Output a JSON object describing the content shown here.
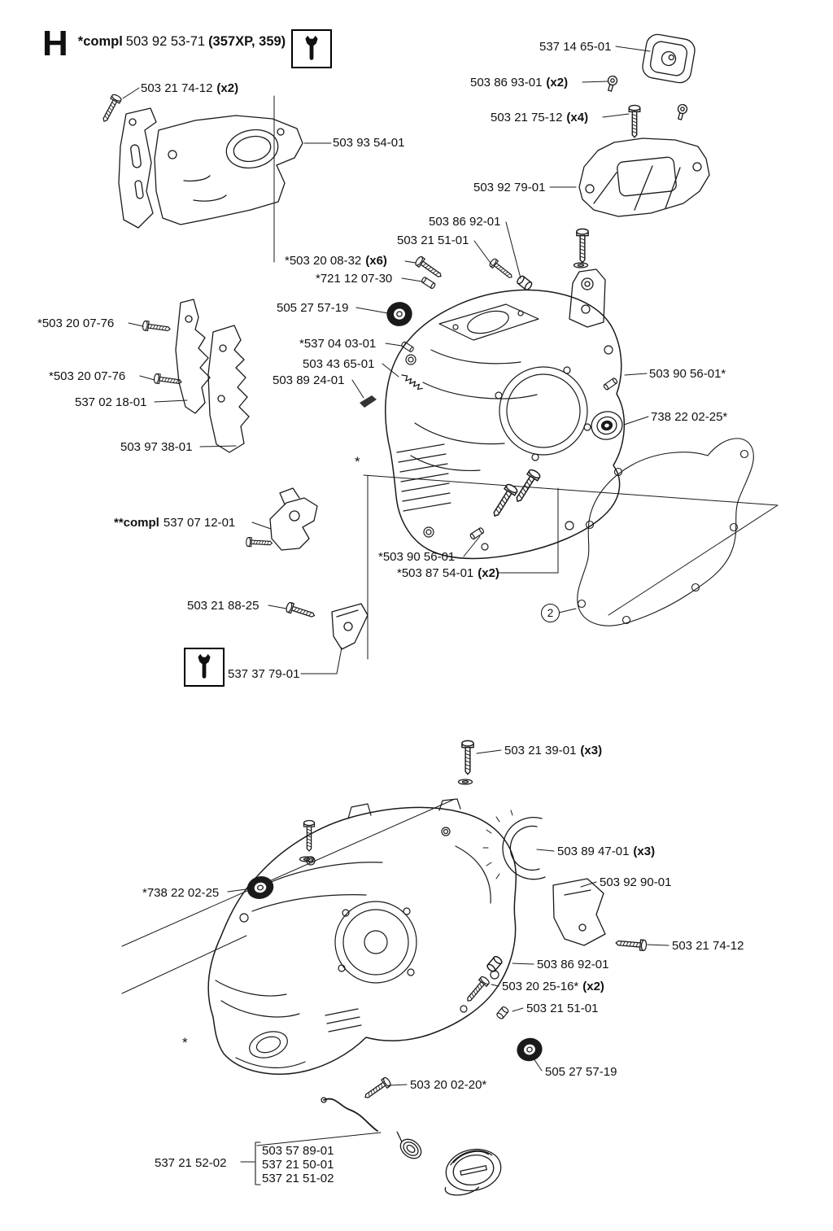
{
  "header": {
    "section_letter": "H",
    "compl": "*compl",
    "part_number": "503 92 53-71",
    "models": "(357XP, 359)"
  },
  "icons": {
    "tool_box": "wrench-icon"
  },
  "colors": {
    "ink": "#1a1a1a",
    "background": "#ffffff"
  },
  "symbols": {
    "star": "*",
    "gasket_callout": "2"
  },
  "labels": [
    {
      "num": "503 21 74-12",
      "qty": "(x2)"
    },
    {
      "num": "503 93 54-01"
    },
    {
      "num": "537 14 65-01"
    },
    {
      "num": "503 86 93-01",
      "qty": "(x2)"
    },
    {
      "num": "503 21 75-12",
      "qty": "(x4)"
    },
    {
      "num": "503 92 79-01"
    },
    {
      "num": "503 86 92-01"
    },
    {
      "num": "503 21 51-01"
    },
    {
      "num": "*503 20 08-32",
      "qty": "(x6)"
    },
    {
      "num": "*721 12 07-30"
    },
    {
      "num": "505 27 57-19"
    },
    {
      "num": "*503 20 07-76"
    },
    {
      "num": "*537 04 03-01"
    },
    {
      "num": "503 43 65-01"
    },
    {
      "num": "*503 20 07-76"
    },
    {
      "num": "503 89 24-01"
    },
    {
      "num": "537 02 18-01"
    },
    {
      "num": "503 90 56-01*"
    },
    {
      "num": "738 22 02-25*"
    },
    {
      "num": "503 97 38-01"
    },
    {
      "prefix": "**compl",
      "num": "537 07 12-01"
    },
    {
      "num": "*503 90 56-01"
    },
    {
      "num": "*503 87 54-01",
      "qty": "(x2)"
    },
    {
      "num": "503 21 88-25"
    },
    {
      "num": "537 37 79-01"
    },
    {
      "num": "503 21 39-01",
      "qty": "(x3)"
    },
    {
      "num": "503 89 47-01",
      "qty": "(x3)"
    },
    {
      "num": "503 92 90-01"
    },
    {
      "num": "*738 22 02-25"
    },
    {
      "num": "503 21 74-12"
    },
    {
      "num": "503 86 92-01"
    },
    {
      "num": "503 20 25-16*",
      "qty": "(x2)"
    },
    {
      "num": "503 21 51-01"
    },
    {
      "num": "505 27 57-19"
    },
    {
      "num": "503 20 02-20*"
    },
    {
      "num": "537 21 52-02"
    },
    {
      "num": "503 57 89-01"
    },
    {
      "num": "537 21 50-01"
    },
    {
      "num": "537 21 51-02"
    }
  ]
}
